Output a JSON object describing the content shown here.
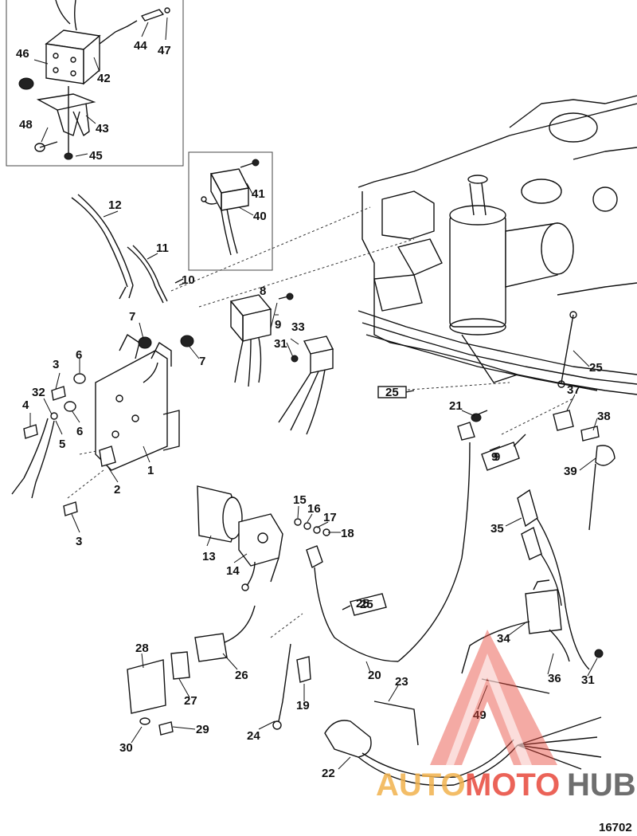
{
  "figure_id": "16702",
  "callouts": [
    {
      "id": "c46",
      "label": "46"
    },
    {
      "id": "c42",
      "label": "42"
    },
    {
      "id": "c44",
      "label": "44"
    },
    {
      "id": "c47",
      "label": "47"
    },
    {
      "id": "c43",
      "label": "43"
    },
    {
      "id": "c48",
      "label": "48"
    },
    {
      "id": "c45",
      "label": "45"
    },
    {
      "id": "c41",
      "label": "41"
    },
    {
      "id": "c40",
      "label": "40"
    },
    {
      "id": "c12",
      "label": "12"
    },
    {
      "id": "c11",
      "label": "11"
    },
    {
      "id": "c10",
      "label": "10"
    },
    {
      "id": "c8",
      "label": "8"
    },
    {
      "id": "c9",
      "label": "9"
    },
    {
      "id": "c33",
      "label": "33"
    },
    {
      "id": "c31a",
      "label": "31"
    },
    {
      "id": "c7a",
      "label": "7"
    },
    {
      "id": "c7b",
      "label": "7"
    },
    {
      "id": "c3a",
      "label": "3"
    },
    {
      "id": "c6a",
      "label": "6"
    },
    {
      "id": "c32",
      "label": "32"
    },
    {
      "id": "c6b",
      "label": "6"
    },
    {
      "id": "c4",
      "label": "4"
    },
    {
      "id": "c5",
      "label": "5"
    },
    {
      "id": "c1",
      "label": "1"
    },
    {
      "id": "c2",
      "label": "2"
    },
    {
      "id": "c3b",
      "label": "3"
    },
    {
      "id": "c25a",
      "label": "25"
    },
    {
      "id": "c21",
      "label": "21"
    },
    {
      "id": "c9b",
      "label": "9"
    },
    {
      "id": "c37",
      "label": "37"
    },
    {
      "id": "c38",
      "label": "38"
    },
    {
      "id": "c39",
      "label": "39"
    },
    {
      "id": "c15",
      "label": "15"
    },
    {
      "id": "c16",
      "label": "16"
    },
    {
      "id": "c17",
      "label": "17"
    },
    {
      "id": "c18",
      "label": "18"
    },
    {
      "id": "c13",
      "label": "13"
    },
    {
      "id": "c14",
      "label": "14"
    },
    {
      "id": "c35",
      "label": "35"
    },
    {
      "id": "c34",
      "label": "34"
    },
    {
      "id": "c36",
      "label": "36"
    },
    {
      "id": "c31b",
      "label": "31"
    },
    {
      "id": "c28",
      "label": "28"
    },
    {
      "id": "c26",
      "label": "26"
    },
    {
      "id": "c20",
      "label": "20"
    },
    {
      "id": "c27",
      "label": "27"
    },
    {
      "id": "c23",
      "label": "23"
    },
    {
      "id": "c19",
      "label": "19"
    },
    {
      "id": "c24",
      "label": "24"
    },
    {
      "id": "c49",
      "label": "49"
    },
    {
      "id": "c29",
      "label": "29"
    },
    {
      "id": "c30",
      "label": "30"
    },
    {
      "id": "c22",
      "label": "22"
    },
    {
      "id": "c25b",
      "label": "25"
    }
  ],
  "tube_labels": {
    "t25a": "25",
    "t9": "9",
    "t25b": "25"
  },
  "watermark": {
    "part1": "AUTO",
    "part2": "MOTO",
    "part3": "HUB",
    "colors": {
      "part1": "#f2b24d",
      "part2": "#e8483c",
      "part3": "#555555"
    }
  }
}
